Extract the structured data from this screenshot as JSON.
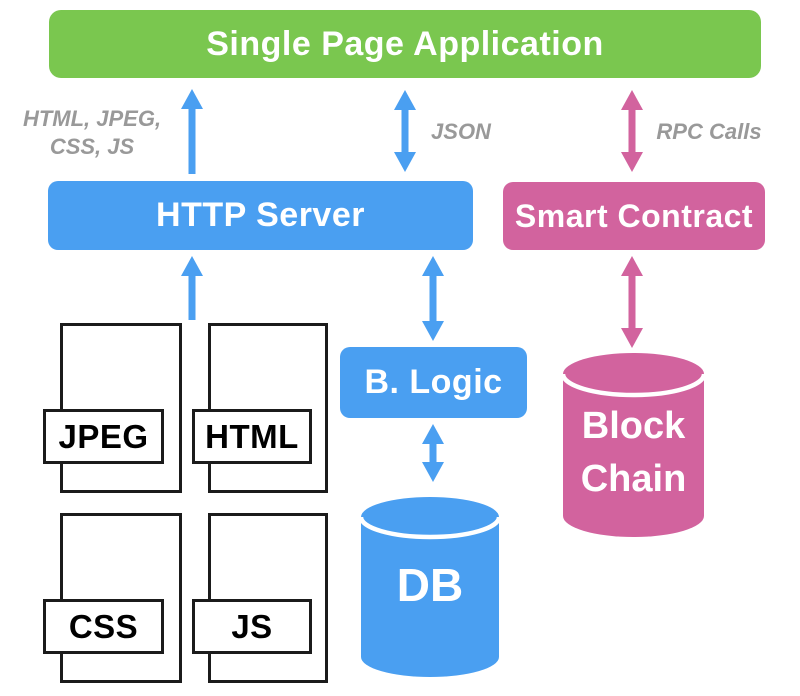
{
  "theme": {
    "green": "#7ac74f",
    "blue": "#4a9ff1",
    "pink": "#d2639e",
    "gray": "#999999",
    "ink": "#1b1b1b"
  },
  "nodes": {
    "spa": {
      "label": "Single Page Application"
    },
    "http_server": {
      "label": "HTTP Server"
    },
    "smart_contract": {
      "label": "Smart Contract"
    },
    "b_logic": {
      "label": "B. Logic"
    },
    "db": {
      "label": "DB"
    },
    "blockchain": {
      "line1": "Block",
      "line2": "Chain"
    }
  },
  "edge_labels": {
    "assets_line1": "HTML, JPEG,",
    "assets_line2": "CSS, JS",
    "json": "JSON",
    "rpc": "RPC Calls"
  },
  "documents": [
    {
      "label": "JPEG"
    },
    {
      "label": "HTML"
    },
    {
      "label": "CSS"
    },
    {
      "label": "JS"
    }
  ],
  "edges": [
    {
      "from": "HTTP Server",
      "to": "Single Page Application",
      "label": "HTML, JPEG, CSS, JS",
      "direction": "up",
      "color": "blue"
    },
    {
      "from": "Single Page Application",
      "to": "HTTP Server",
      "label": "JSON",
      "direction": "both",
      "color": "blue"
    },
    {
      "from": "Single Page Application",
      "to": "Smart Contract",
      "label": "RPC Calls",
      "direction": "both",
      "color": "pink"
    },
    {
      "from": "Static Files",
      "to": "HTTP Server",
      "label": "",
      "direction": "up",
      "color": "blue"
    },
    {
      "from": "HTTP Server",
      "to": "B. Logic",
      "label": "",
      "direction": "both",
      "color": "blue"
    },
    {
      "from": "Smart Contract",
      "to": "Block Chain",
      "label": "",
      "direction": "both",
      "color": "pink"
    },
    {
      "from": "B. Logic",
      "to": "DB",
      "label": "",
      "direction": "both",
      "color": "blue"
    }
  ]
}
